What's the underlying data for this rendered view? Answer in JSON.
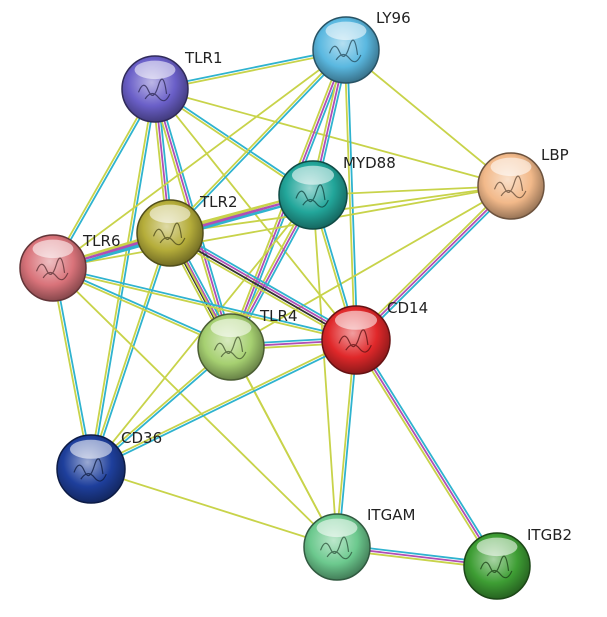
{
  "network": {
    "nodes": [
      {
        "id": "TLR1",
        "label": "TLR1",
        "color": "#6a5fc8"
      },
      {
        "id": "LY96",
        "label": "LY96",
        "color": "#5ab8e0"
      },
      {
        "id": "LBP",
        "label": "LBP",
        "color": "#f2b98a"
      },
      {
        "id": "MYD88",
        "label": "MYD88",
        "color": "#22a69a"
      },
      {
        "id": "TLR2",
        "label": "TLR2",
        "color": "#b5ad3a"
      },
      {
        "id": "TLR6",
        "label": "TLR6",
        "color": "#d9737a"
      },
      {
        "id": "TLR4",
        "label": "TLR4",
        "color": "#a6d071"
      },
      {
        "id": "CD14",
        "label": "CD14",
        "color": "#e0282a"
      },
      {
        "id": "CD36",
        "label": "CD36",
        "color": "#1e3f9c"
      },
      {
        "id": "ITGAM",
        "label": "ITGAM",
        "color": "#6cc98e"
      },
      {
        "id": "ITGB2",
        "label": "ITGB2",
        "color": "#3e9e34"
      }
    ],
    "edge_colors": {
      "textmining": "#c8d34a",
      "database": "#2fb3cf",
      "experimental": "#b04fb5",
      "coexpression": "#333333"
    },
    "edges": [
      {
        "source": "TLR1",
        "target": "TLR2",
        "types": [
          "database",
          "experimental",
          "textmining"
        ]
      },
      {
        "source": "TLR1",
        "target": "TLR6",
        "types": [
          "database",
          "textmining"
        ]
      },
      {
        "source": "TLR1",
        "target": "TLR4",
        "types": [
          "database",
          "experimental",
          "textmining"
        ]
      },
      {
        "source": "TLR1",
        "target": "MYD88",
        "types": [
          "database",
          "textmining"
        ]
      },
      {
        "source": "TLR1",
        "target": "LY96",
        "types": [
          "database",
          "textmining"
        ]
      },
      {
        "source": "TLR1",
        "target": "CD14",
        "types": [
          "textmining"
        ]
      },
      {
        "source": "TLR1",
        "target": "CD36",
        "types": [
          "database",
          "textmining"
        ]
      },
      {
        "source": "TLR1",
        "target": "LBP",
        "types": [
          "textmining"
        ]
      },
      {
        "source": "LY96",
        "target": "TLR4",
        "types": [
          "database",
          "experimental",
          "textmining"
        ]
      },
      {
        "source": "LY96",
        "target": "MYD88",
        "types": [
          "database",
          "experimental",
          "textmining"
        ]
      },
      {
        "source": "LY96",
        "target": "TLR2",
        "types": [
          "database",
          "textmining"
        ]
      },
      {
        "source": "LY96",
        "target": "CD14",
        "types": [
          "database",
          "textmining"
        ]
      },
      {
        "source": "LY96",
        "target": "LBP",
        "types": [
          "textmining"
        ]
      },
      {
        "source": "LY96",
        "target": "TLR6",
        "types": [
          "textmining"
        ]
      },
      {
        "source": "LBP",
        "target": "CD14",
        "types": [
          "database",
          "experimental",
          "textmining"
        ]
      },
      {
        "source": "LBP",
        "target": "TLR4",
        "types": [
          "textmining"
        ]
      },
      {
        "source": "LBP",
        "target": "TLR2",
        "types": [
          "textmining"
        ]
      },
      {
        "source": "LBP",
        "target": "MYD88",
        "types": [
          "textmining"
        ]
      },
      {
        "source": "LBP",
        "target": "TLR6",
        "types": [
          "textmining"
        ]
      },
      {
        "source": "MYD88",
        "target": "TLR4",
        "types": [
          "database",
          "experimental",
          "textmining"
        ]
      },
      {
        "source": "MYD88",
        "target": "TLR2",
        "types": [
          "database",
          "experimental",
          "textmining"
        ]
      },
      {
        "source": "MYD88",
        "target": "TLR6",
        "types": [
          "database",
          "experimental",
          "textmining"
        ]
      },
      {
        "source": "MYD88",
        "target": "CD14",
        "types": [
          "database",
          "textmining"
        ]
      },
      {
        "source": "MYD88",
        "target": "CD36",
        "types": [
          "textmining"
        ]
      },
      {
        "source": "MYD88",
        "target": "ITGAM",
        "types": [
          "textmining"
        ]
      },
      {
        "source": "TLR2",
        "target": "TLR6",
        "types": [
          "database",
          "experimental",
          "textmining"
        ]
      },
      {
        "source": "TLR2",
        "target": "TLR4",
        "types": [
          "database",
          "experimental",
          "coexpression",
          "textmining"
        ]
      },
      {
        "source": "TLR2",
        "target": "CD14",
        "types": [
          "database",
          "experimental",
          "coexpression",
          "textmining"
        ]
      },
      {
        "source": "TLR2",
        "target": "CD36",
        "types": [
          "database",
          "textmining"
        ]
      },
      {
        "source": "TLR2",
        "target": "ITGAM",
        "types": [
          "textmining"
        ]
      },
      {
        "source": "TLR6",
        "target": "TLR4",
        "types": [
          "database",
          "textmining"
        ]
      },
      {
        "source": "TLR6",
        "target": "CD14",
        "types": [
          "database",
          "textmining"
        ]
      },
      {
        "source": "TLR6",
        "target": "CD36",
        "types": [
          "database",
          "textmining"
        ]
      },
      {
        "source": "TLR6",
        "target": "ITGAM",
        "types": [
          "textmining"
        ]
      },
      {
        "source": "TLR4",
        "target": "CD14",
        "types": [
          "database",
          "experimental",
          "textmining"
        ]
      },
      {
        "source": "TLR4",
        "target": "CD36",
        "types": [
          "database",
          "textmining"
        ]
      },
      {
        "source": "TLR4",
        "target": "ITGAM",
        "types": [
          "textmining"
        ]
      },
      {
        "source": "CD14",
        "target": "CD36",
        "types": [
          "database",
          "textmining"
        ]
      },
      {
        "source": "CD14",
        "target": "ITGAM",
        "types": [
          "database",
          "textmining"
        ]
      },
      {
        "source": "CD14",
        "target": "ITGB2",
        "types": [
          "database",
          "experimental",
          "textmining"
        ]
      },
      {
        "source": "CD36",
        "target": "ITGAM",
        "types": [
          "textmining"
        ]
      },
      {
        "source": "ITGAM",
        "target": "ITGB2",
        "types": [
          "database",
          "experimental",
          "textmining"
        ]
      }
    ]
  }
}
